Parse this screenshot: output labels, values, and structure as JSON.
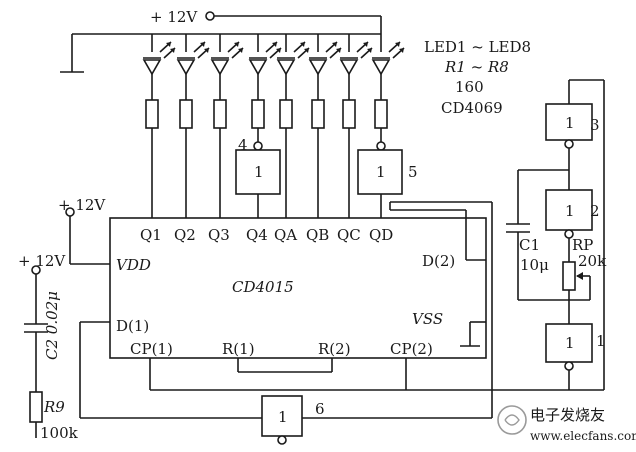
{
  "supply": {
    "top": "+ 12V",
    "left_ic": "+ 12V",
    "left_rc": "+ 12V"
  },
  "legend": {
    "line1": "LED1 ~ LED8",
    "line2": "R1 ~ R8",
    "line3": "160",
    "line4": "CD4069"
  },
  "ic_main": {
    "name": "CD4015",
    "pins_top": [
      "Q1",
      "Q2",
      "Q3",
      "Q4",
      "QA",
      "QB",
      "QC",
      "QD"
    ],
    "vdd": "VDD",
    "vss": "VSS",
    "d1": "D(1)",
    "d2": "D(2)",
    "cp1": "CP(1)",
    "r1": "R(1)",
    "r2": "R(2)",
    "cp2": "CP(2)"
  },
  "gates": [
    {
      "id": "4",
      "label": "1"
    },
    {
      "id": "5",
      "label": "1"
    },
    {
      "id": "6",
      "label": "1"
    },
    {
      "id": "3",
      "label": "1"
    },
    {
      "id": "2",
      "label": "1"
    },
    {
      "id": "1",
      "label": "1"
    }
  ],
  "components": {
    "c2": "C2 0.02μ",
    "r9": "R9",
    "r9_value": "100k",
    "c1": "C1",
    "c1_value": "10μ",
    "rp": "RP",
    "rp_value": "20k"
  },
  "watermark": {
    "line1": "电子发烧友",
    "line2": "www.elecfans.com"
  }
}
